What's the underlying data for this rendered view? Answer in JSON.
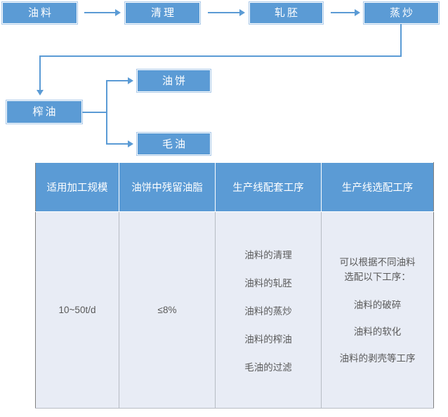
{
  "flowchart": {
    "nodes": [
      {
        "id": "oil-material",
        "label": "油料"
      },
      {
        "id": "cleaning",
        "label": "清理"
      },
      {
        "id": "rolling",
        "label": "轧胚"
      },
      {
        "id": "steaming-frying",
        "label": "蒸炒"
      },
      {
        "id": "pressing",
        "label": "榨油"
      },
      {
        "id": "oil-cake",
        "label": "油饼"
      },
      {
        "id": "crude-oil",
        "label": "毛油"
      }
    ]
  },
  "table": {
    "headers": [
      "适用加工规模",
      "油饼中残留油脂",
      "生产线配套工序",
      "生产线选配工序"
    ],
    "rows": [
      {
        "scale": "10~50t/d",
        "residual_oil": "≤8%",
        "standard_steps": [
          "油料的清理",
          "油料的轧胚",
          "油料的蒸炒",
          "油料的榨油",
          "毛油的过滤"
        ],
        "optional_steps_intro_line1": "可以根据不同油料",
        "optional_steps_intro_line2": "选配以下工序：",
        "optional_steps": [
          "油料的破碎",
          "油料的软化",
          "油料的剥壳等工序"
        ]
      }
    ]
  },
  "colors": {
    "accent": "#5B9BD5",
    "node_border": "#A9C8E8",
    "table_body": "#E8ECF5",
    "table_text": "#595959",
    "table_grid": "#B7BCC4"
  }
}
